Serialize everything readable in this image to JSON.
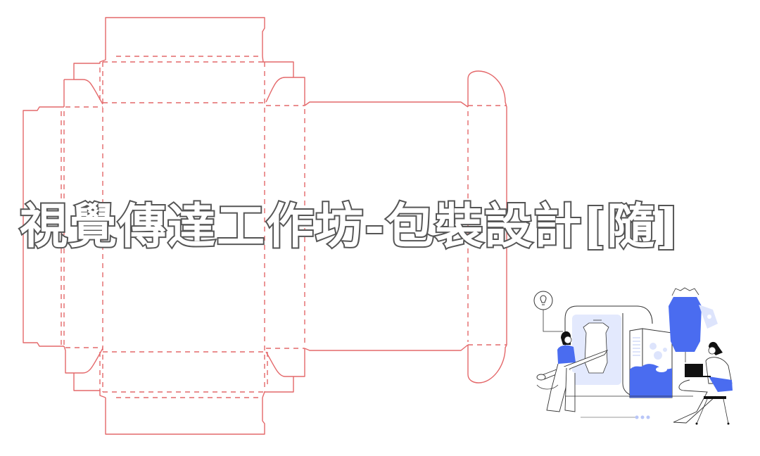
{
  "title": {
    "text": "視覺傳達工作坊-包裝設計[隨]",
    "text_color": "#ffffff",
    "outline_color": "#555555"
  },
  "dieline": {
    "cut_line_color": "#e4686a",
    "fold_line_style": "dashed",
    "panels": [
      "top-tuck-flap",
      "top-dust-flaps",
      "left-glue-flap",
      "front-panel",
      "side-panel",
      "right-tuck-tab",
      "bottom-dust-flaps",
      "bottom-tuck-flap"
    ]
  },
  "illustration": {
    "subject": "packaging-design-workshop",
    "accent_color": "#4a6cf0",
    "light_accent_color": "#e3e9fd",
    "elements": [
      "lightbulb-icon",
      "designer-with-pencil",
      "paper-scroll-with-bottle-sketch",
      "milk-carton-box",
      "hanging-bag-with-tag",
      "woman-with-laptop",
      "stool",
      "progress-dots"
    ]
  }
}
